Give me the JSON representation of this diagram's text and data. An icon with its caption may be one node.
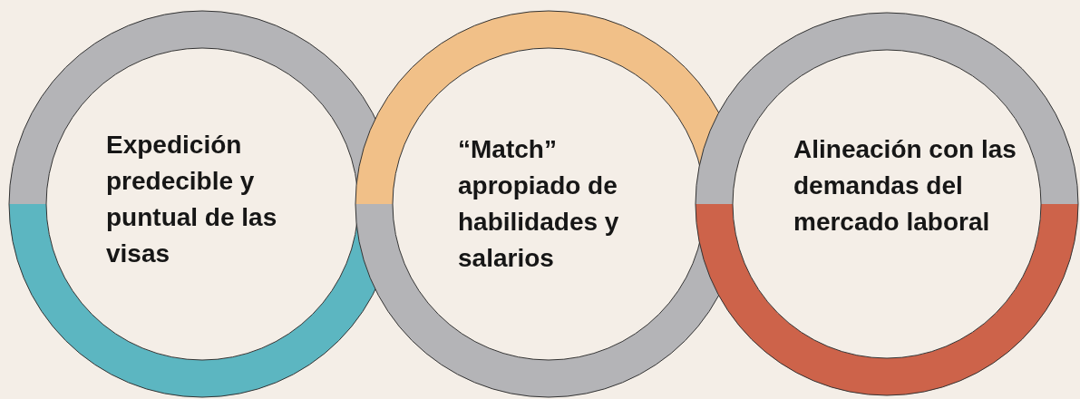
{
  "diagram": {
    "nodes": [
      {
        "text": [
          "Expedición predecible y puntual de las visas"
        ]
      },
      {
        "text": [
          "“Match” apropiado de habilidades y salarios"
        ]
      },
      {
        "text": [
          "Alineación con las demandas del mercado laboral"
        ]
      }
    ]
  }
}
